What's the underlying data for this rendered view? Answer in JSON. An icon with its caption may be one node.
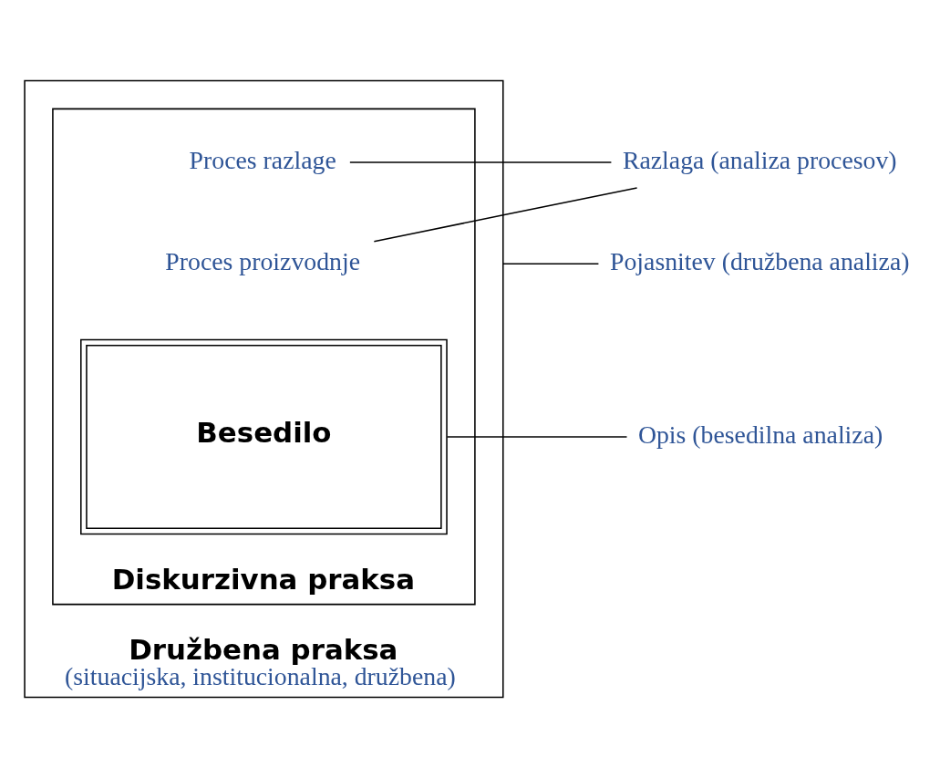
{
  "diagram": {
    "nodes": [
      {
        "text": [
          "Družbena praksa",
          "(situacijska, institucionalna, družbena)"
        ]
      },
      {
        "text": [
          "Diskurzivna praksa"
        ],
        "in": 0
      },
      {
        "text": [
          "Proces proizvodnje"
        ],
        "in": 1
      },
      {
        "text": [
          "Besedilo"
        ],
        "in": 1
      },
      {
        "text": [
          "Proces razlage"
        ],
        "in": 1
      },
      {
        "text": [
          "Opis (besedilna analiza)"
        ]
      },
      {
        "text": [
          "Razlaga (analiza procesov)"
        ]
      },
      {
        "text": [
          "Pojasnitev (družbena analiza)"
        ]
      }
    ],
    "edges": [
      {
        "from": 2,
        "to": 6,
        "arrow": "none"
      },
      {
        "from": 3,
        "to": 5,
        "arrow": "none"
      },
      {
        "from": 4,
        "to": 6,
        "arrow": "none"
      },
      {
        "from": 0,
        "to": 7,
        "arrow": "none"
      }
    ]
  }
}
